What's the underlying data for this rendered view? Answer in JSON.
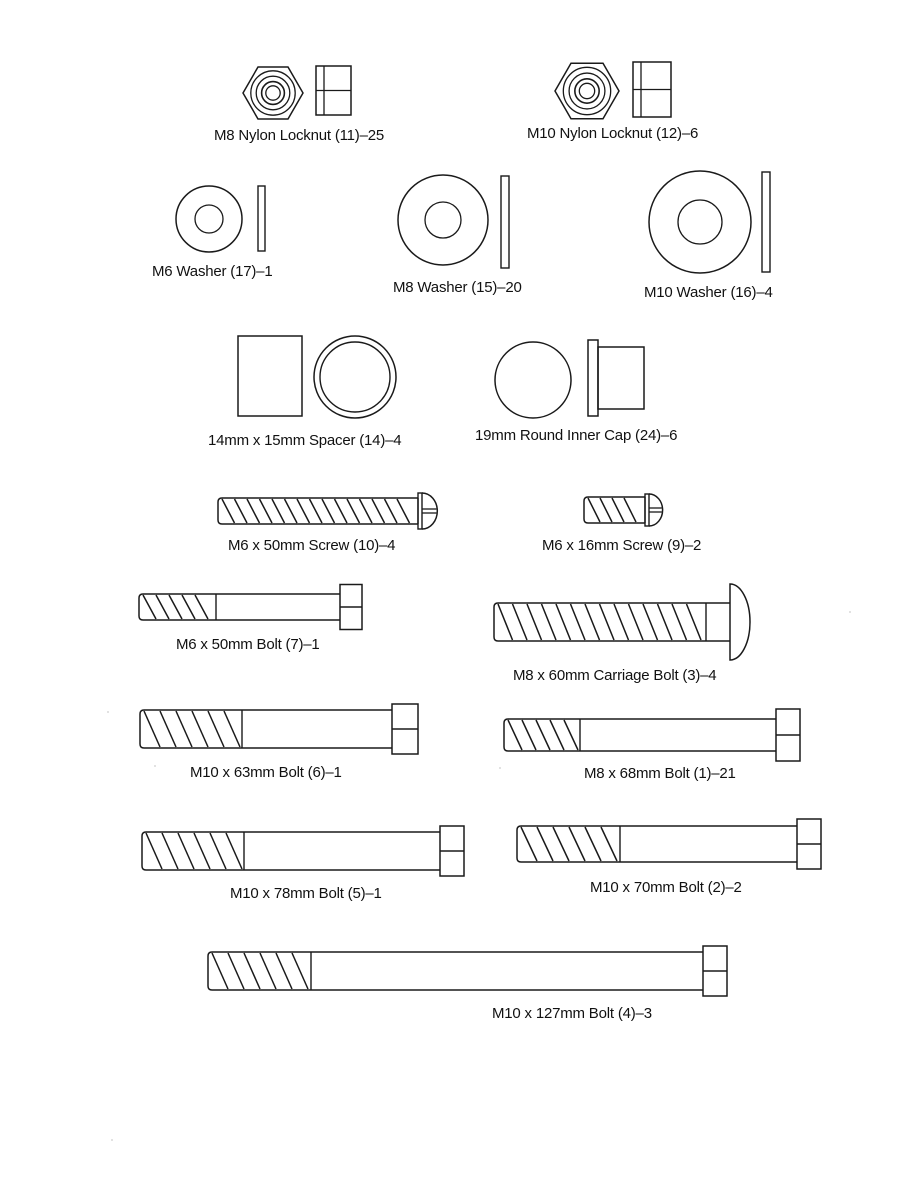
{
  "parts": [
    {
      "id": "m8-nylon-locknut",
      "label": "M8 Nylon Locknut (11)–25",
      "icon": "hex-locknut"
    },
    {
      "id": "m10-nylon-locknut",
      "label": "M10 Nylon Locknut (12)–6",
      "icon": "hex-locknut"
    },
    {
      "id": "m6-washer",
      "label": "M6 Washer (17)–1",
      "icon": "washer"
    },
    {
      "id": "m8-washer",
      "label": "M8 Washer (15)–20",
      "icon": "washer"
    },
    {
      "id": "m10-washer",
      "label": "M10 Washer (16)–4",
      "icon": "washer"
    },
    {
      "id": "spacer",
      "label": "14mm x 15mm Spacer (14)–4",
      "icon": "spacer"
    },
    {
      "id": "inner-cap",
      "label": "19mm Round Inner Cap (24)–6",
      "icon": "round-cap"
    },
    {
      "id": "m6x50-screw",
      "label": "M6 x 50mm Screw (10)–4",
      "icon": "screw"
    },
    {
      "id": "m6x16-screw",
      "label": "M6 x 16mm Screw (9)–2",
      "icon": "screw"
    },
    {
      "id": "m6x50-bolt",
      "label": "M6 x 50mm Bolt (7)–1",
      "icon": "hex-bolt"
    },
    {
      "id": "m8x60-carriage-bolt",
      "label": "M8 x 60mm Carriage Bolt (3)–4",
      "icon": "carriage-bolt"
    },
    {
      "id": "m10x63-bolt",
      "label": "M10 x 63mm Bolt (6)–1",
      "icon": "hex-bolt"
    },
    {
      "id": "m8x68-bolt",
      "label": "M8 x 68mm Bolt (1)–21",
      "icon": "hex-bolt"
    },
    {
      "id": "m10x78-bolt",
      "label": "M10 x 78mm Bolt (5)–1",
      "icon": "hex-bolt"
    },
    {
      "id": "m10x70-bolt",
      "label": "M10 x 70mm Bolt (2)–2",
      "icon": "hex-bolt"
    },
    {
      "id": "m10x127-bolt",
      "label": "M10 x 127mm Bolt (4)–3",
      "icon": "hex-bolt"
    }
  ]
}
